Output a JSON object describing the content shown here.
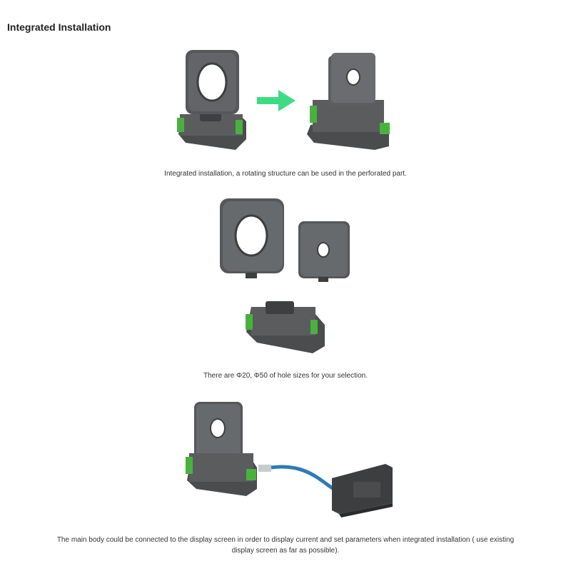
{
  "page": {
    "title": "Integrated Installation"
  },
  "sections": [
    {
      "caption": "Integrated installation, a rotating structure can be used in the perforated part."
    },
    {
      "caption": "There are Φ20, Φ50 of hole sizes for your selection."
    },
    {
      "caption_line1": "The main body could be connected to the display screen in order to display current and set parameters when integrated installation ( use existing",
      "caption_line2": "display screen as far as possible)."
    }
  ],
  "colors": {
    "device_body": "#5c5e60",
    "device_dark": "#3c3e40",
    "terminal_green": "#49b23f",
    "arrow_green": "#3ddc84",
    "cable_blue": "#2e7bb5"
  }
}
